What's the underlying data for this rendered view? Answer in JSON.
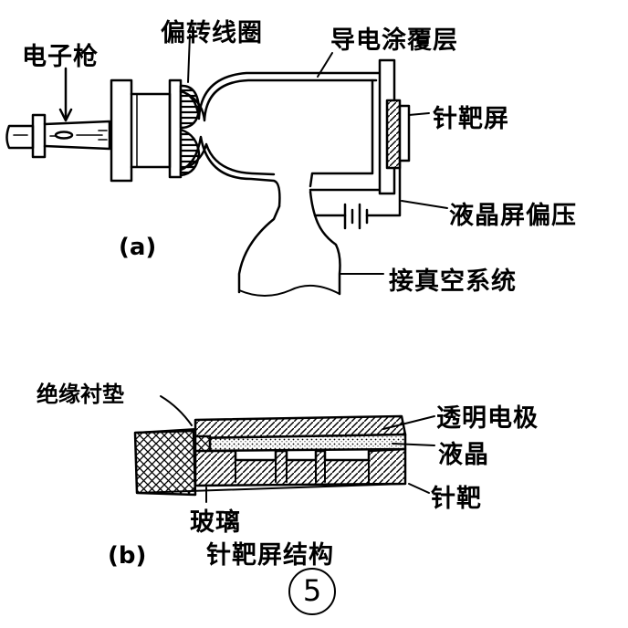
{
  "diagram_a": {
    "tag": "(a)",
    "labels": {
      "electron_gun": "电子枪",
      "deflection_coil": "偏转线圈",
      "conductive_coating": "导电涂覆层",
      "pin_target_screen": "针靶屏",
      "lc_screen_bias": "液晶屏偏压",
      "vacuum_system": "接真空系统"
    }
  },
  "diagram_b": {
    "tag": "(b)",
    "caption": "针靶屏结构",
    "labels": {
      "insulating_gasket": "绝缘衬垫",
      "transparent_electrode": "透明电极",
      "liquid_crystal": "液晶",
      "pin_target": "针靶",
      "glass": "玻璃"
    }
  },
  "figure_number": "5"
}
